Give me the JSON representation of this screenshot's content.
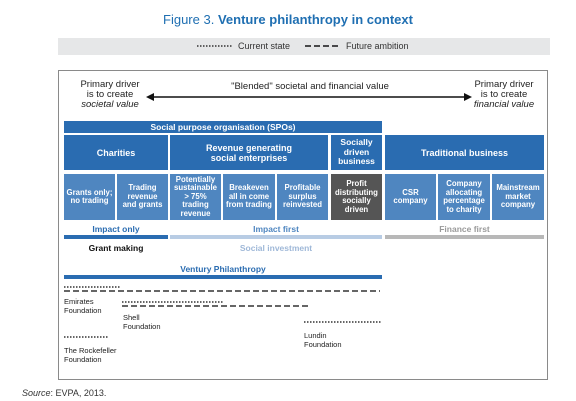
{
  "figure": {
    "label": "Figure 3.",
    "title": "Venture philanthropy in context"
  },
  "legend": {
    "current": "Current state",
    "future": "Future ambition"
  },
  "drivers": {
    "left_line1": "Primary driver",
    "left_line2": "is to create",
    "left_line3": "societal value",
    "right_line1": "Primary driver",
    "right_line2": "is to create",
    "right_line3": "financial value",
    "blended": "\"Blended\" societal and financial value"
  },
  "spo_header": "Social purpose organisation (SPOs)",
  "categories": {
    "charities": "Charities",
    "revenue_line1": "Revenue generating",
    "revenue_line2": "social enterprises",
    "socially_line1": "Socially",
    "socially_line2": "driven",
    "socially_line3": "business",
    "traditional": "Traditional business"
  },
  "subcategories": [
    {
      "l1": "Grants only;",
      "l2": "no trading",
      "l3": "",
      "l4": ""
    },
    {
      "l1": "Trading",
      "l2": "revenue",
      "l3": "and grants",
      "l4": ""
    },
    {
      "l1": "Potentially",
      "l2": "sustainable",
      "l3": "> 75%",
      "l4": "trading",
      "l5": "revenue"
    },
    {
      "l1": "Breakeven",
      "l2": "all in come",
      "l3": "from trading",
      "l4": ""
    },
    {
      "l1": "Profitable",
      "l2": "surplus",
      "l3": "reinvested",
      "l4": ""
    },
    {
      "l1": "Profit",
      "l2": "distributing",
      "l3": "socially",
      "l4": "driven"
    },
    {
      "l1": "CSR",
      "l2": "company",
      "l3": "",
      "l4": ""
    },
    {
      "l1": "Company",
      "l2": "allocating",
      "l3": "percentage",
      "l4": "to charity"
    },
    {
      "l1": "Mainstream",
      "l2": "market",
      "l3": "company",
      "l4": ""
    }
  ],
  "bands": {
    "impact_only": "Impact only",
    "impact_first": "Impact first",
    "finance_first": "Finance first",
    "grant_making": "Grant making",
    "social_investment": "Social investment"
  },
  "venture": "Ventury Philanthropy",
  "foundations": {
    "emirates_l1": "Emirates",
    "emirates_l2": "Foundation",
    "shell_l1": "Shell",
    "shell_l2": "Foundation",
    "rockefeller_l1": "The Rockefeller",
    "rockefeller_l2": "Foundation",
    "lundin_l1": "Lundin",
    "lundin_l2": "Foundation"
  },
  "source": {
    "label": "Source",
    "text": ": EVPA, 2013."
  },
  "colors": {
    "title": "#1f6fb2",
    "dark_blue": "#2a6cb1",
    "light_blue": "#4f86c0",
    "dark_grey": "#555555",
    "band_blue": "#6a9bd0",
    "band_light": "#b8cce4",
    "band_grey": "#b8b8b8"
  }
}
